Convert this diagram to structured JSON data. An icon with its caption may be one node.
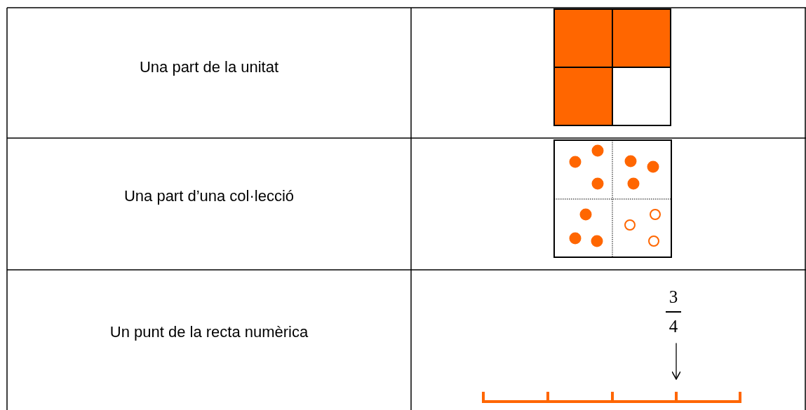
{
  "diagram": {
    "nodes": [
      {
        "text": [
          "3",
          "4"
        ]
      },
      {
        "text": [],
        "shape": "bar"
      }
    ],
    "edges": [
      {
        "from": 0,
        "to": 1,
        "arrow": "to"
      }
    ],
    "labels": [
      "Una part de la unitat",
      "Una part d’una col·lecció",
      "Un punt de la recta numèrica"
    ]
  }
}
